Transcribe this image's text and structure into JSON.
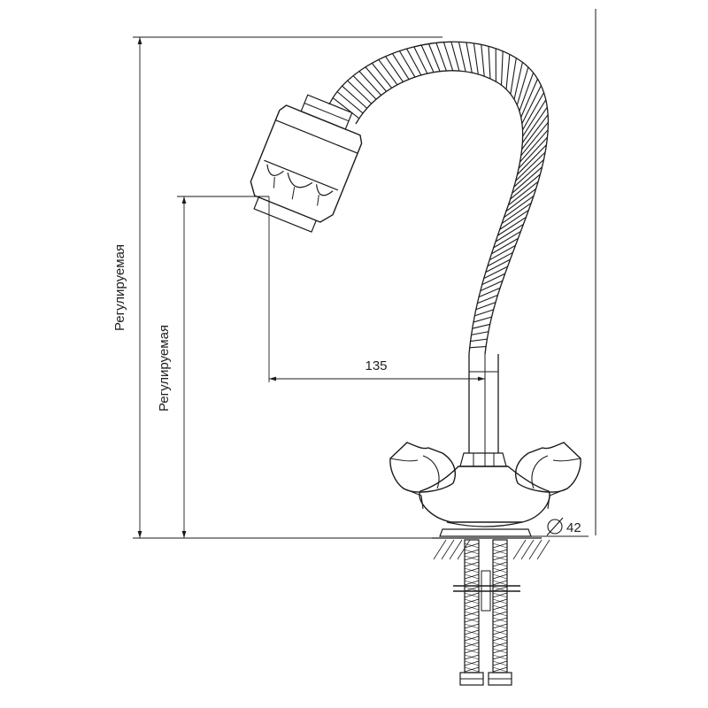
{
  "dimensions": {
    "total_height_label": "Регулируемая",
    "spout_height_label": "Регулируемая",
    "reach_label": "135",
    "base_diameter_label": "42"
  },
  "colors": {
    "line": "#1a1a1a",
    "background": "#ffffff"
  }
}
